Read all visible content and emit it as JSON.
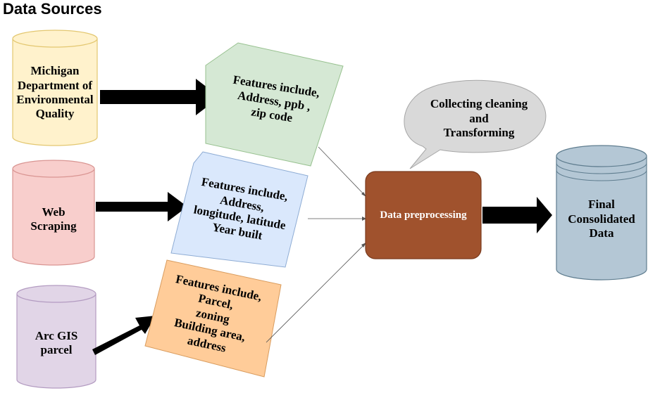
{
  "title": "Data Sources",
  "sources": [
    {
      "lines": [
        "Michigan",
        "Department of",
        "Environmental",
        "Quality"
      ],
      "fill": "#fff2cc",
      "stroke": "#e3c770"
    },
    {
      "lines": [
        "Web",
        "Scraping"
      ],
      "fill": "#f8cecc",
      "stroke": "#d99592"
    },
    {
      "lines": [
        "Arc GIS",
        "parcel"
      ],
      "fill": "#e1d5e7",
      "stroke": "#b39bc1"
    }
  ],
  "features": [
    {
      "lines": [
        "Features include,",
        "Address, ppb ,",
        "zip code"
      ],
      "fill": "#d5e8d4",
      "stroke": "#97c18f"
    },
    {
      "lines": [
        "Features include,",
        "Address,",
        "longitude, latitude",
        "Year built"
      ],
      "fill": "#dae8fc",
      "stroke": "#8eacd4"
    },
    {
      "lines": [
        "Features include,",
        "Parcel,",
        "zoning",
        "Building area,",
        "address"
      ],
      "fill": "#ffcc99",
      "stroke": "#d99c5e"
    }
  ],
  "callout": {
    "lines": [
      "Collecting cleaning",
      "and",
      "Transforming"
    ],
    "fill": "#d9d9d9",
    "stroke": "#a6a6a6"
  },
  "process": {
    "label": "Data preprocessing",
    "fill": "#a0522d",
    "stroke": "#7a3b1e",
    "text_color": "#ffffff"
  },
  "output": {
    "lines": [
      "Final",
      "Consolidated",
      "Data"
    ],
    "fill": "#b4c7d5",
    "stroke": "#5f7d8f"
  }
}
